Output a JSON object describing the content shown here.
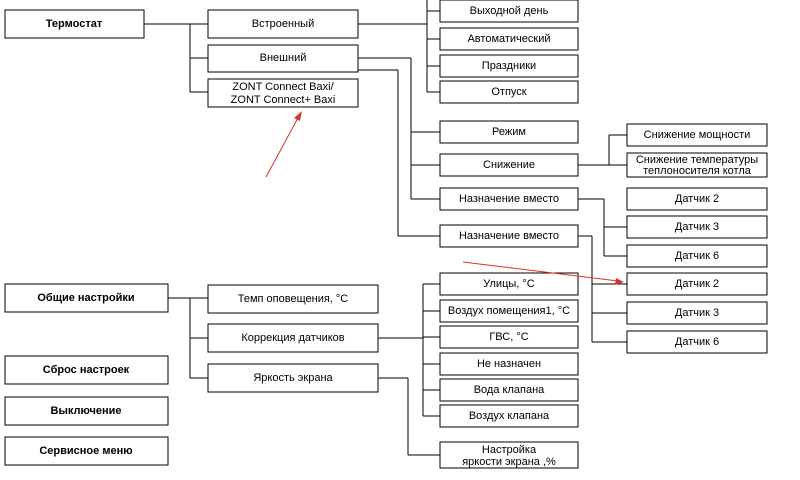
{
  "nodes": {
    "thermostat": "Термостат",
    "builtin": "Встроенный",
    "external": "Внешний",
    "zont_line1": "ZONT Connect Baxi/",
    "zont_line2": "ZONT Connect+ Baxi",
    "day_off": "Выходной день",
    "automatic": "Автоматический",
    "holidays": "Праздники",
    "vacation": "Отпуск",
    "mode": "Режим",
    "reduction": "Снижение",
    "assign_instead_1": "Назначение вместо",
    "assign_instead_2": "Назначение вместо",
    "power_reduction": "Снижение мощности",
    "temp_reduction_line1": "Снижение температуры",
    "temp_reduction_line2": "теплоносителя котла",
    "sensor2_a": "Датчик 2",
    "sensor3_a": "Датчик 3",
    "sensor6_a": "Датчик 6",
    "sensor2_b": "Датчик 2",
    "sensor3_b": "Датчик 3",
    "sensor6_b": "Датчик 6",
    "general_settings": "Общие настройки",
    "alert_temp": "Темп оповещения, °С",
    "sensor_correction": "Коррекция датчиков",
    "screen_brightness": "Яркость экрана",
    "street": "Улицы, °С",
    "room_air": "Воздух помещения1, °С",
    "dhw": "ГВС, °С",
    "not_assigned": "Не назначен",
    "valve_water": "Вода клапана",
    "valve_air": "Воздух клапана",
    "brightness_line1": "Настройка",
    "brightness_line2": "яркости экрана ,%",
    "reset": "Сброс настроек",
    "shutdown": "Выключение",
    "service_menu": "Сервисное меню"
  },
  "colors": {
    "annotation_arrow": "#d9352b"
  }
}
